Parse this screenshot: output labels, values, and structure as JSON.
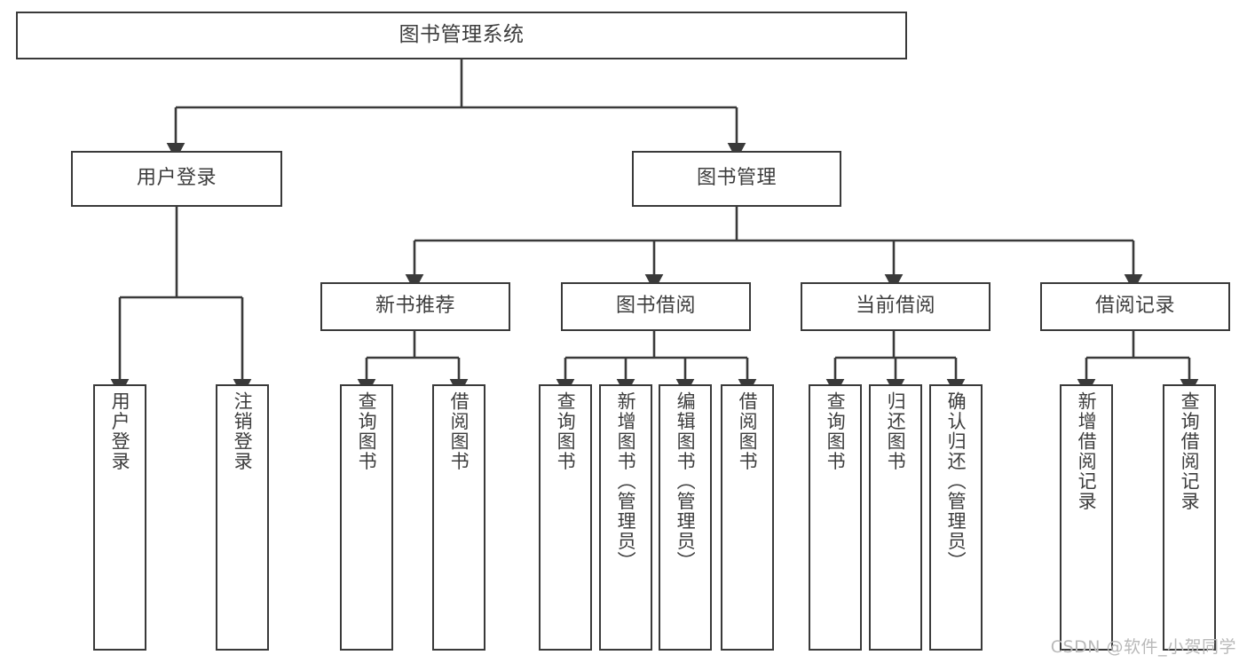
{
  "diagram": {
    "type": "hierarchy-tree",
    "title": "图书管理系统",
    "watermark": "CSDN @软件_小贺同学",
    "colors": {
      "stroke": "#3a3a3a",
      "text": "#3d3d3d",
      "background": "#ffffff",
      "watermark": "#b9b9b9"
    },
    "levels": {
      "root": {
        "label": "图书管理系统"
      },
      "level2": [
        {
          "label": "用户登录"
        },
        {
          "label": "图书管理"
        }
      ],
      "level3": [
        {
          "label": "新书推荐"
        },
        {
          "label": "图书借阅"
        },
        {
          "label": "当前借阅"
        },
        {
          "label": "借阅记录"
        }
      ],
      "leaves": {
        "user_login": [
          {
            "label": "用户登录"
          },
          {
            "label": "注销登录"
          }
        ],
        "new_book": [
          {
            "label": "查询图书"
          },
          {
            "label": "借阅图书"
          }
        ],
        "book_borrow": [
          {
            "label": "查询图书"
          },
          {
            "label": "新增图书（管理员）"
          },
          {
            "label": "编辑图书（管理员）"
          },
          {
            "label": "借阅图书"
          }
        ],
        "current_borrow": [
          {
            "label": "查询图书"
          },
          {
            "label": "归还图书"
          },
          {
            "label": "确认归还（管理员）"
          }
        ],
        "borrow_record": [
          {
            "label": "新增借阅记录"
          },
          {
            "label": "查询借阅记录"
          }
        ]
      }
    }
  }
}
